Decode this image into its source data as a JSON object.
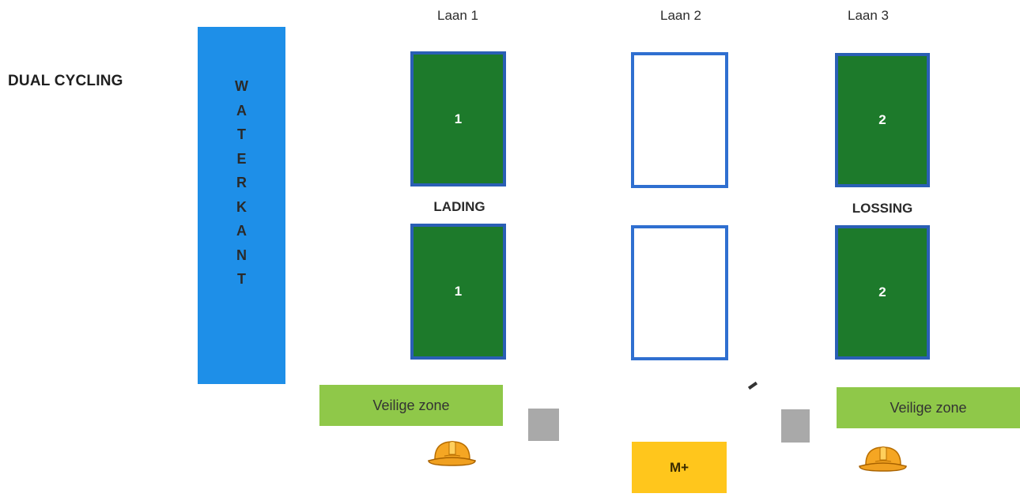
{
  "title": "DUAL CYCLING",
  "waterkant": [
    "W",
    "A",
    "T",
    "E",
    "R",
    "K",
    "A",
    "N",
    "T"
  ],
  "lanes": [
    "Laan 1",
    "Laan 2",
    "Laan 3"
  ],
  "slots": {
    "lane1_top": "1",
    "lane1_bottom": "1",
    "lane3_top": "2",
    "lane3_bottom": "2"
  },
  "operations": {
    "lane1": "LADING",
    "lane3": "LOSSING"
  },
  "safe_zone": "Veilige zone",
  "safe_zone_left": "Veilige zone",
  "machine": "M+",
  "colors": {
    "quay": "#1e8fe8",
    "container_fill": "#1d7a2b",
    "container_border": "#2a5fb5",
    "safe_zone": "#8fc849",
    "machine": "#ffc61c",
    "helmet": "#f5a623"
  }
}
